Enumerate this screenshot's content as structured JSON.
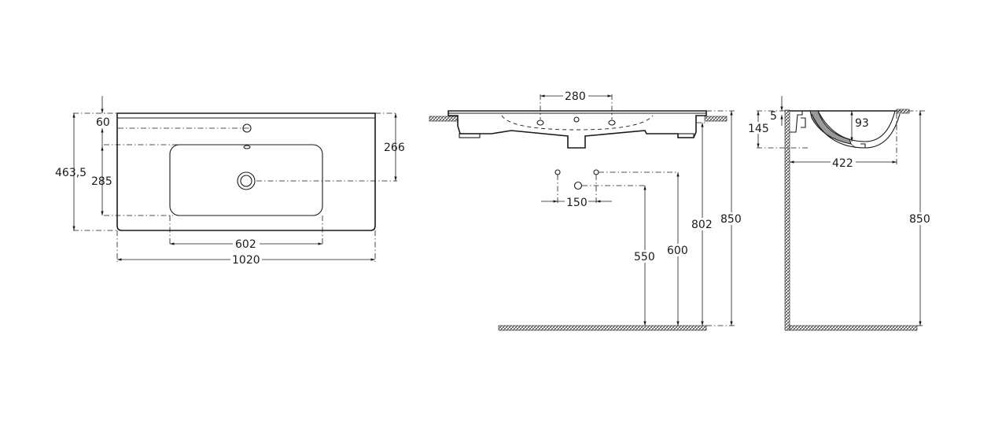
{
  "dimensions": {
    "top_view": {
      "offset_top": "60",
      "depth_total": "463,5",
      "bowl_depth": "285",
      "drain_offset": "266",
      "bowl_width": "602",
      "width_total": "1020"
    },
    "front_view": {
      "tap_spacing": "280",
      "inlet_spacing": "150",
      "height_550": "550",
      "height_600": "600",
      "height_802": "802",
      "height_850": "850"
    },
    "side_view": {
      "rim_5": "5",
      "depth_145": "145",
      "bowl_93": "93",
      "projection_422": "422",
      "height_850": "850"
    }
  }
}
